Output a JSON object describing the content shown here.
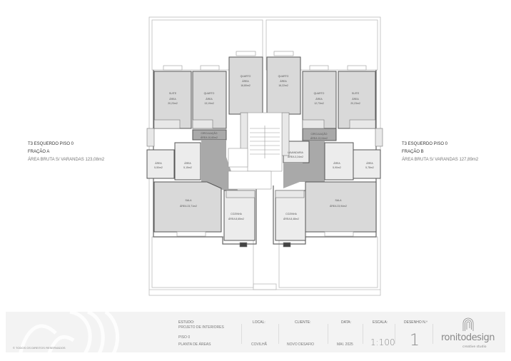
{
  "fractions": {
    "a": {
      "title": "T3 ESQUERDO PISO 0",
      "subtitle": "FRAÇÃO A",
      "area": "ÁREA BRUTA S/ VARANDAS 123,08m2"
    },
    "b": {
      "title": "T3 ESQUERDO PISO 0",
      "subtitle": "FRAÇÃO B",
      "area": "ÁREA BRUTA S/ VARANDAS 127,89m2"
    }
  },
  "rooms": {
    "suite_a": {
      "name": "SUITE",
      "label": "ÁREA",
      "area": "20,23m2"
    },
    "quarto_a1": {
      "name": "QUARTO",
      "label": "ÁREA",
      "area": "13,19m2"
    },
    "quarto_a2": {
      "name": "QUARTO",
      "label": "ÁREA",
      "area": "16,80m2"
    },
    "quarto_b2": {
      "name": "QUARTO",
      "label": "ÁREA",
      "area": "16,22m2"
    },
    "quarto_b1": {
      "name": "QUARTO",
      "label": "ÁREA",
      "area": "12,73m2"
    },
    "suite_b": {
      "name": "SUITE",
      "label": "ÁREA",
      "area": "20,23m2"
    },
    "circ_a": {
      "name": "CIRCULAÇÃO",
      "area": "ÁREA 10,60m2"
    },
    "circ_b": {
      "name": "CIRCULAÇÃO",
      "area": "ÁREA 13,04m2"
    },
    "wc_a1": {
      "label": "ÁREA",
      "area": "5,50m2"
    },
    "wc_a2": {
      "label": "ÁREA",
      "area": "5,15m2"
    },
    "wc_b2": {
      "label": "ÁREA",
      "area": "5,90m2"
    },
    "wc_b1": {
      "label": "ÁREA",
      "area": "5,78m2"
    },
    "lavandaria": {
      "name": "LAVANDARIA",
      "area": "ÁREA 3,24m2"
    },
    "sala_a": {
      "name": "SALA",
      "area": "ÁREA 23,71m2"
    },
    "sala_b": {
      "name": "SALA",
      "area": "ÁREA 23,94m2"
    },
    "cozinha_a": {
      "name": "COZINHA",
      "area": "ÁREA 8,65m2"
    },
    "cozinha_b": {
      "name": "COZINHA",
      "area": "ÁREA 8,48m2"
    }
  },
  "titleblock": {
    "copyright": "©  TODOS OS DIREITOS RESERVADOS",
    "estudo_label": "ESTUDO:",
    "estudo_value": "PROJETO DE INTERIORES",
    "piso": "PISO 0",
    "planta": "PLANTA DE ÁREAS",
    "local_label": "LOCAL:",
    "local_value": "COVILHÃ",
    "cliente_label": "CLIENTE:",
    "cliente_value": "NOVO DESAFIO",
    "data_label": "DATA:",
    "data_value": "MAI. 2025",
    "escala_label": "ESCALA:",
    "escala_value": "1:100",
    "desenho_label": "DESENHO N.º",
    "desenho_value": "1",
    "logo_name": "ronitodesign",
    "logo_tagline": "creative studio"
  },
  "colors": {
    "room_fill": "#d9d9d9",
    "circulation_fill": "#a9a9a9",
    "wall": "#555555",
    "outline": "#bbbbbb",
    "titleblock_bg": "#f3f3f3"
  }
}
